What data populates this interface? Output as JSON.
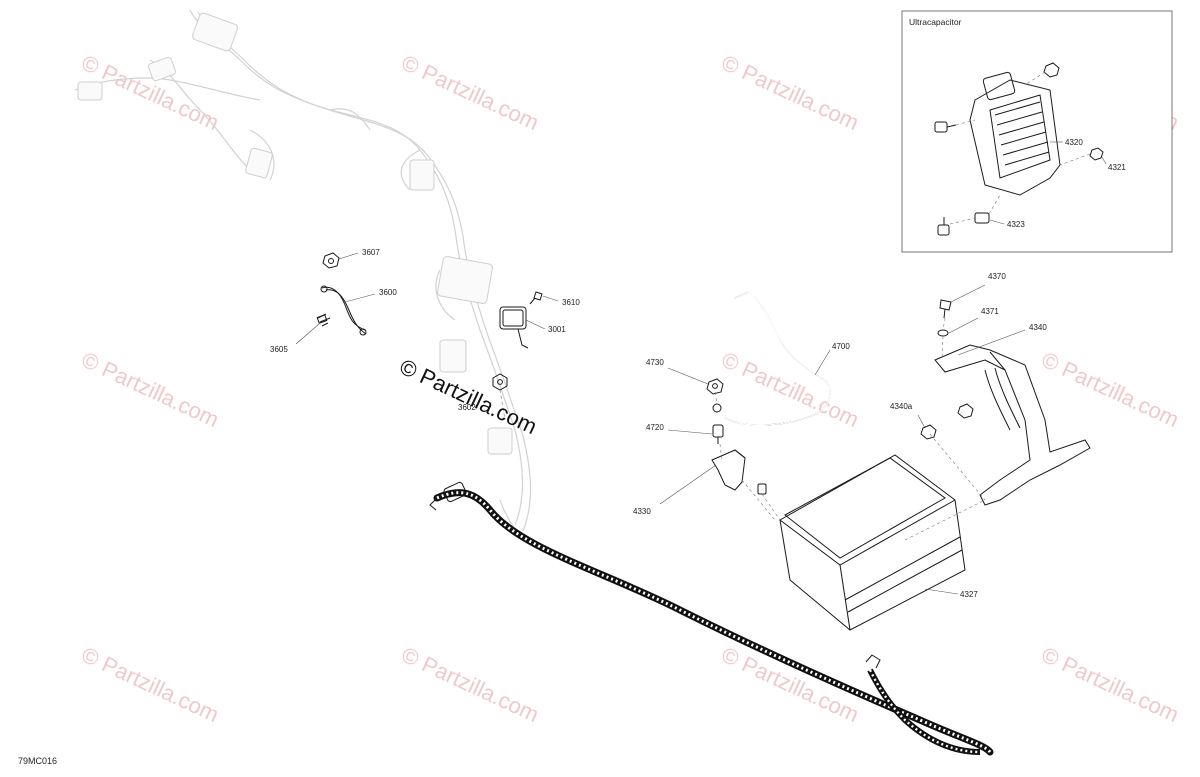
{
  "watermark": {
    "text": "© Partzilla.com",
    "color": "#efc9c9"
  },
  "main_watermark": {
    "text": "© Partzilla.com",
    "color": "#111111"
  },
  "inset": {
    "title": "Ultracapacitor",
    "labels": [
      "4320",
      "4321",
      "4323"
    ]
  },
  "callouts": {
    "p3607": "3607",
    "p3600": "3600",
    "p3605": "3605",
    "p3610": "3610",
    "p3001": "3001",
    "p3602": "3602",
    "p4370": "4370",
    "p4371": "4371",
    "p4340": "4340",
    "p4700": "4700",
    "p4730": "4730",
    "p4340a": "4340a",
    "p4720": "4720",
    "p4330": "4330",
    "p4327": "4327"
  },
  "diagram_code": "79MC016"
}
